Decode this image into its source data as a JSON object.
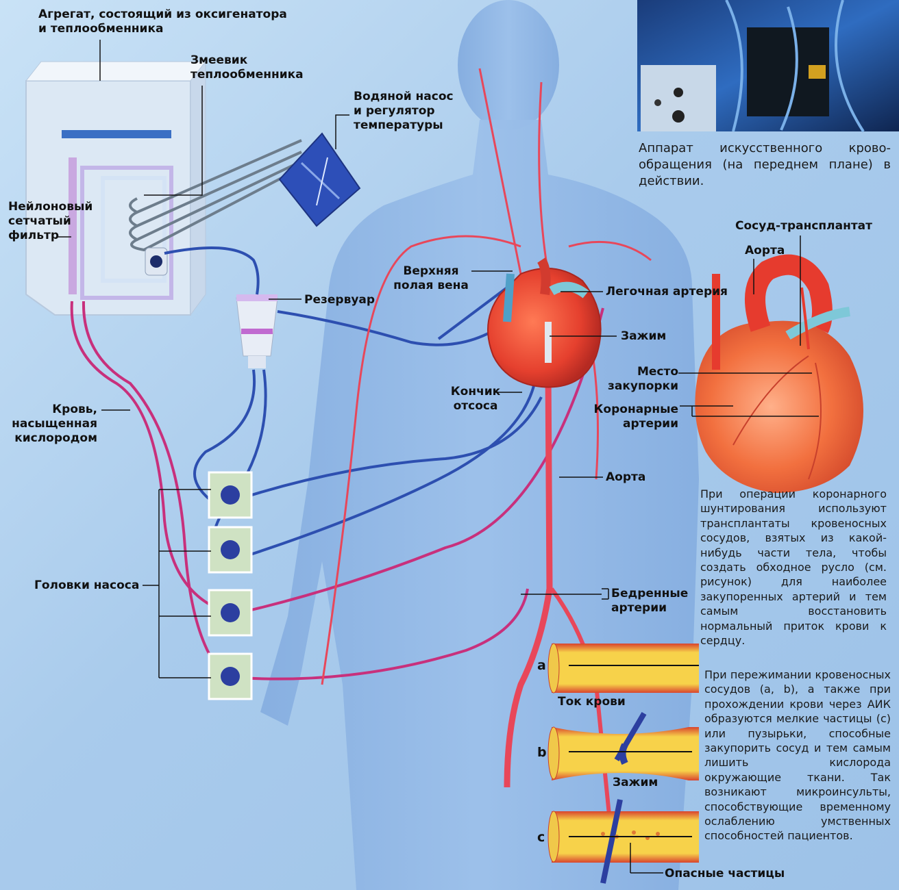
{
  "labels": {
    "oxygenator_unit": "Агрегат, состоящий из оксигенатора\nи теплообменника",
    "heat_coil": "Змеевик\nтеплообменника",
    "water_pump": "Водяной насос\nи регулятор\nтемпературы",
    "nylon_filter": "Нейлоновый\nсетчатый\nфильтр",
    "reservoir": "Резервуар",
    "superior_vena_cava": "Верхняя\nполая вена",
    "pulmonary_artery": "Легочная артерия",
    "clamp_top": "Зажим",
    "suction_tip": "Кончик\nотсоса",
    "oxygenated_blood": "Кровь,\nнасыщенная\nкислородом",
    "aorta_body": "Аорта",
    "pump_heads": "Головки насоса",
    "femoral_arteries": "Бедренные\nартерии",
    "graft": "Сосуд-трансплантат",
    "aorta_heart": "Аорта",
    "blockage_site": "Место\nзакупорки",
    "coronary_arteries": "Коронарные\nартерии",
    "blood_flow": "Ток крови",
    "clamp_bottom": "Зажим",
    "dangerous_particles": "Опасные частицы",
    "letter_a": "a",
    "letter_b": "b",
    "letter_c": "c"
  },
  "captions": {
    "photo_caption": "Аппарат искусственного крово-обращения (на переднем плане) в действии.",
    "bypass_text": "При операции коронарного шунтирования используют трансплантаты кровеносных сосудов, взятых из какой-нибудь части тела, чтобы создать обходное русло (см. рисунок) для наиболее закупоренных артерий и тем самым восстановить нормальный приток крови к сердцу.",
    "particles_text": "При пережимании кровеносных сосудов (a, b), а также при прохождении крови через АИК образуются мелкие частицы (c) или пузырьки, способные закупорить сосуд и тем самым лишить кислорода окружающие ткани. Так возникают микроинсульты, способствующие временному ослаблению умственных способностей пациентов."
  },
  "colors": {
    "background": "#b3d3ef",
    "body_silhouette": "#8fb6e0",
    "vein_blue": "#2d4fb0",
    "artery_red": "#e8475a",
    "oxygenated_magenta": "#c8307c",
    "heart_red": "#e84a3a",
    "vessel_yellow": "#f4d04a"
  }
}
